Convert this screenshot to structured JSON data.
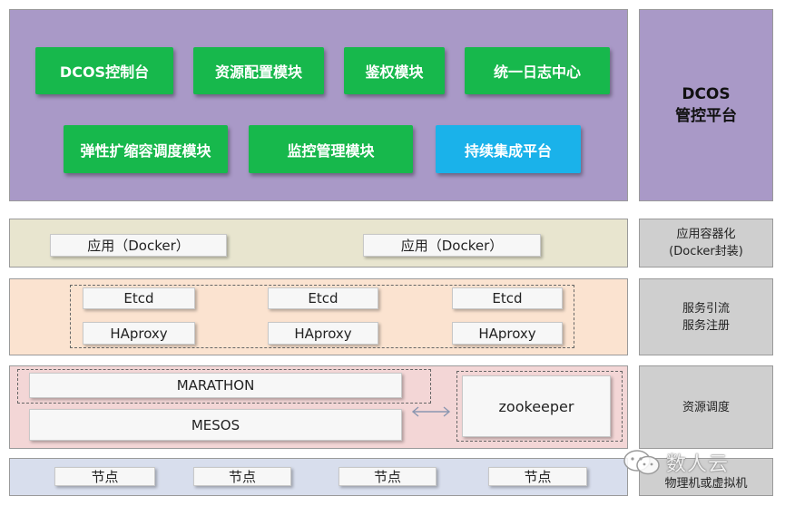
{
  "platform": {
    "modules_row1": [
      "DCOS控制台",
      "资源配置模块",
      "鉴权模块",
      "统一日志中心"
    ],
    "modules_row2": [
      "弹性扩缩容调度模块",
      "监控管理模块",
      "持续集成平台"
    ],
    "title": "DCOS\n管控平台"
  },
  "app_layer": {
    "apps": [
      "应用（Docker）",
      "应用（Docker）"
    ],
    "side_label": "应用容器化\n(Docker封装)"
  },
  "service_layer": {
    "etcd": [
      "Etcd",
      "Etcd",
      "Etcd"
    ],
    "haproxy": [
      "HAproxy",
      "HAproxy",
      "HAproxy"
    ],
    "side_label": "服务引流\n服务注册"
  },
  "scheduling_layer": {
    "marathon": "MARATHON",
    "mesos": "MESOS",
    "zookeeper": "zookeeper",
    "side_label": "资源调度"
  },
  "node_layer": {
    "nodes": [
      "节点",
      "节点",
      "节点",
      "节点"
    ],
    "side_label": "物理机或虚拟机"
  },
  "watermark": "数人云",
  "colors": {
    "platform_bg": "#a999c7",
    "app_bg": "#e8e5cf",
    "service_bg": "#fbe3d0",
    "scheduling_bg": "#f3d6d6",
    "node_bg": "#d8deed",
    "module_green": "#17b84c",
    "module_blue": "#1ab2ea"
  }
}
